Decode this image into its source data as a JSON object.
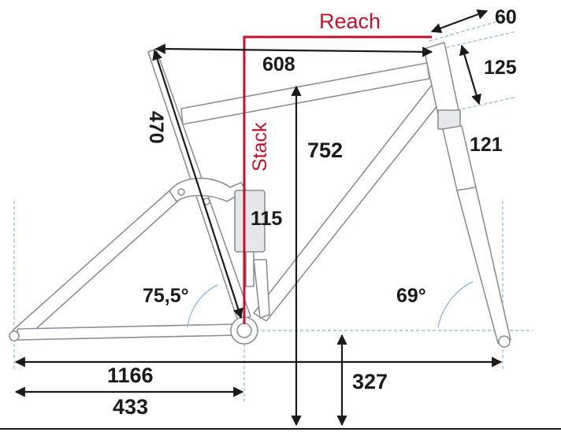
{
  "labels": {
    "reach": "Reach",
    "stack": "Stack",
    "reach_value": "608",
    "stack_value": "752",
    "seat_tube": "470",
    "stem": "60",
    "head_tube": "125",
    "fork_offset": "121",
    "shock": "115",
    "seat_angle": "75,5°",
    "head_angle": "69°",
    "wheelbase": "1166",
    "chainstay": "433",
    "bb_height": "327"
  },
  "colors": {
    "frame": "#8a8f94",
    "dimension": "#1a1a1a",
    "accent": "#c8102e",
    "guide": "#8fb3d4",
    "fill": "#e6e7e8"
  }
}
